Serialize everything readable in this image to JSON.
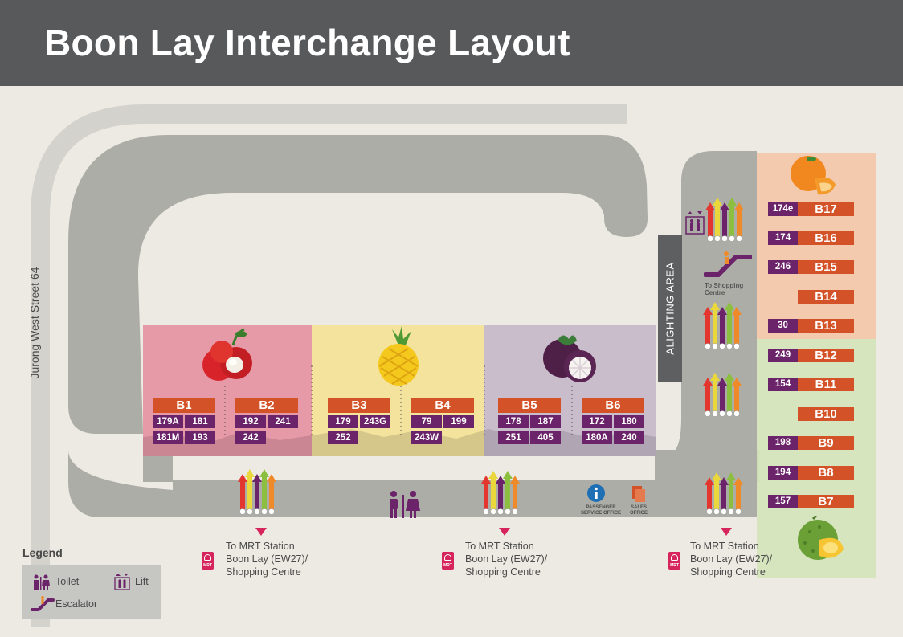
{
  "title": "Boon Lay Interchange Layout",
  "street_label": "Jurong West Street 64",
  "alighting_label": "ALIGHTING AREA",
  "left_bays": [
    {
      "bay": "B1",
      "services": [
        "179A",
        "181",
        "181M",
        "193"
      ]
    },
    {
      "bay": "B2",
      "services": [
        "192",
        "241",
        "242"
      ]
    },
    {
      "bay": "B3",
      "services": [
        "179",
        "243G",
        "252"
      ]
    },
    {
      "bay": "B4",
      "services": [
        "79",
        "199",
        "243W"
      ]
    },
    {
      "bay": "B5",
      "services": [
        "178",
        "187",
        "251",
        "405"
      ]
    },
    {
      "bay": "B6",
      "services": [
        "172",
        "180",
        "180A",
        "240"
      ]
    }
  ],
  "right_bays": [
    {
      "bay": "B17",
      "service": "174e"
    },
    {
      "bay": "B16",
      "service": "174"
    },
    {
      "bay": "B15",
      "service": "246"
    },
    {
      "bay": "B14",
      "service": ""
    },
    {
      "bay": "B13",
      "service": "30"
    },
    {
      "bay": "B12",
      "service": "249"
    },
    {
      "bay": "B11",
      "service": "154"
    },
    {
      "bay": "B10",
      "service": ""
    },
    {
      "bay": "B9",
      "service": "198"
    },
    {
      "bay": "B8",
      "service": "194"
    },
    {
      "bay": "B7",
      "service": "157"
    }
  ],
  "to_shopping_centre": "To Shopping Centre",
  "passenger_service_office": "PASSENGER SERVICE OFFICE",
  "sales_office": "SALES OFFICE",
  "mrt_exits": [
    {
      "line1": "To MRT Station",
      "line2": "Boon Lay (EW27)/",
      "line3": "Shopping Centre"
    },
    {
      "line1": "To MRT Station",
      "line2": "Boon Lay (EW27)/",
      "line3": "Shopping Centre"
    },
    {
      "line1": "To MRT Station",
      "line2": "Boon Lay (EW27)/",
      "line3": "Shopping Centre"
    }
  ],
  "mrt_badge": "MRT",
  "legend": {
    "title": "Legend",
    "toilet": "Toilet",
    "lift": "Lift",
    "escalator": "Escalator"
  },
  "colors": {
    "header": "#58595b",
    "background": "#edeae3",
    "road": "#adada7",
    "bay_label": "#d35227",
    "service_label": "#6b2369",
    "rambutan_zone": "#e69aa8",
    "pineapple_zone": "#f3e39c",
    "mangosteen_zone": "#c9bccb",
    "orange_zone": "#f3c7a6",
    "durian_zone": "#d3e4b8",
    "arrow_red": "#e2362e",
    "arrow_yellow": "#e9d73b",
    "arrow_purple": "#6b2369",
    "arrow_green": "#8cbf3f",
    "arrow_orange": "#ef8a2b",
    "mrt_pink": "#d6245c"
  }
}
